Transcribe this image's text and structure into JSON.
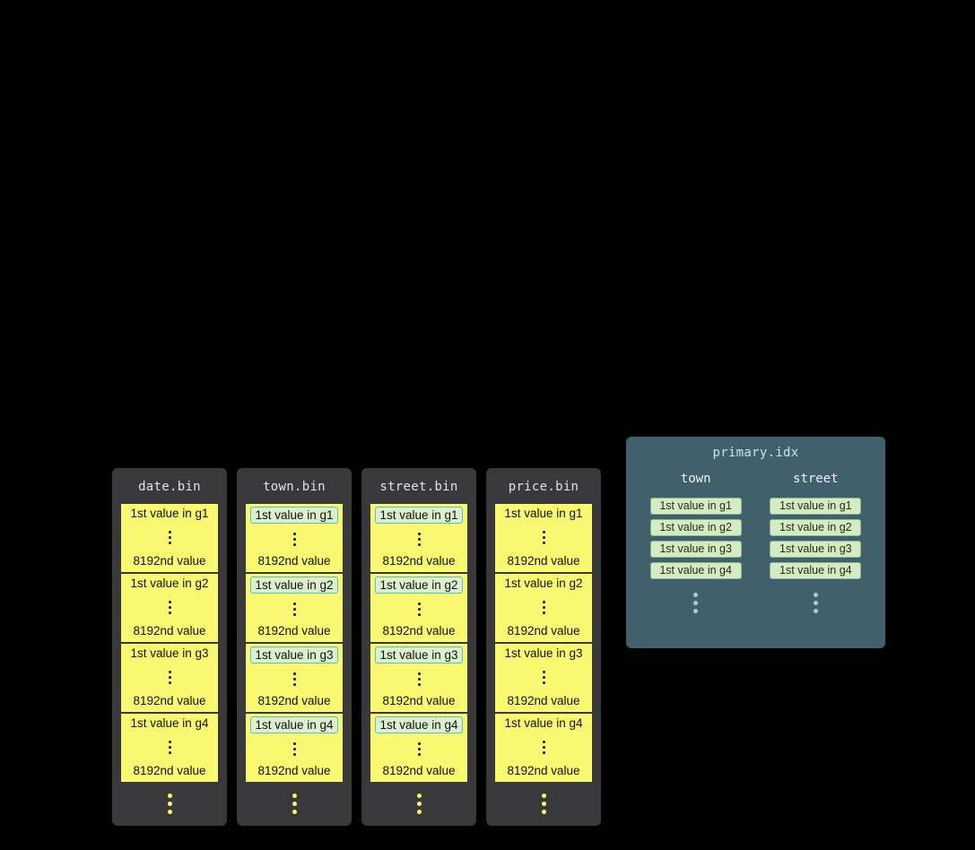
{
  "bin_files": [
    {
      "name": "date.bin",
      "highlighted": false,
      "granules": [
        {
          "first": "1st value in g1",
          "last": "8192nd value"
        },
        {
          "first": "1st value in g2",
          "last": "8192nd value"
        },
        {
          "first": "1st value in g3",
          "last": "8192nd value"
        },
        {
          "first": "1st value in g4",
          "last": "8192nd value"
        }
      ]
    },
    {
      "name": "town.bin",
      "highlighted": true,
      "granules": [
        {
          "first": "1st value in g1",
          "last": "8192nd value"
        },
        {
          "first": "1st value in g2",
          "last": "8192nd value"
        },
        {
          "first": "1st value in g3",
          "last": "8192nd value"
        },
        {
          "first": "1st value in g4",
          "last": "8192nd value"
        }
      ]
    },
    {
      "name": "street.bin",
      "highlighted": true,
      "granules": [
        {
          "first": "1st value in g1",
          "last": "8192nd value"
        },
        {
          "first": "1st value in g2",
          "last": "8192nd value"
        },
        {
          "first": "1st value in g3",
          "last": "8192nd value"
        },
        {
          "first": "1st value in g4",
          "last": "8192nd value"
        }
      ]
    },
    {
      "name": "price.bin",
      "highlighted": false,
      "granules": [
        {
          "first": "1st value in g1",
          "last": "8192nd value"
        },
        {
          "first": "1st value in g2",
          "last": "8192nd value"
        },
        {
          "first": "1st value in g3",
          "last": "8192nd value"
        },
        {
          "first": "1st value in g4",
          "last": "8192nd value"
        }
      ]
    }
  ],
  "primary_index": {
    "title": "primary.idx",
    "columns": [
      {
        "name": "town",
        "entries": [
          "1st value in g1",
          "1st value in g2",
          "1st value in g3",
          "1st value in g4"
        ]
      },
      {
        "name": "street",
        "entries": [
          "1st value in g1",
          "1st value in g2",
          "1st value in g3",
          "1st value in g4"
        ]
      }
    ]
  },
  "colors": {
    "background": "#000000",
    "bin_column_bg": "#39393b",
    "granule_fill": "#f9f871",
    "highlight_chip_bg": "#ddf0cd",
    "highlight_chip_border": "#57bcce",
    "primary_index_bg": "#40606b",
    "index_chip_bg": "#d5ecc2"
  }
}
